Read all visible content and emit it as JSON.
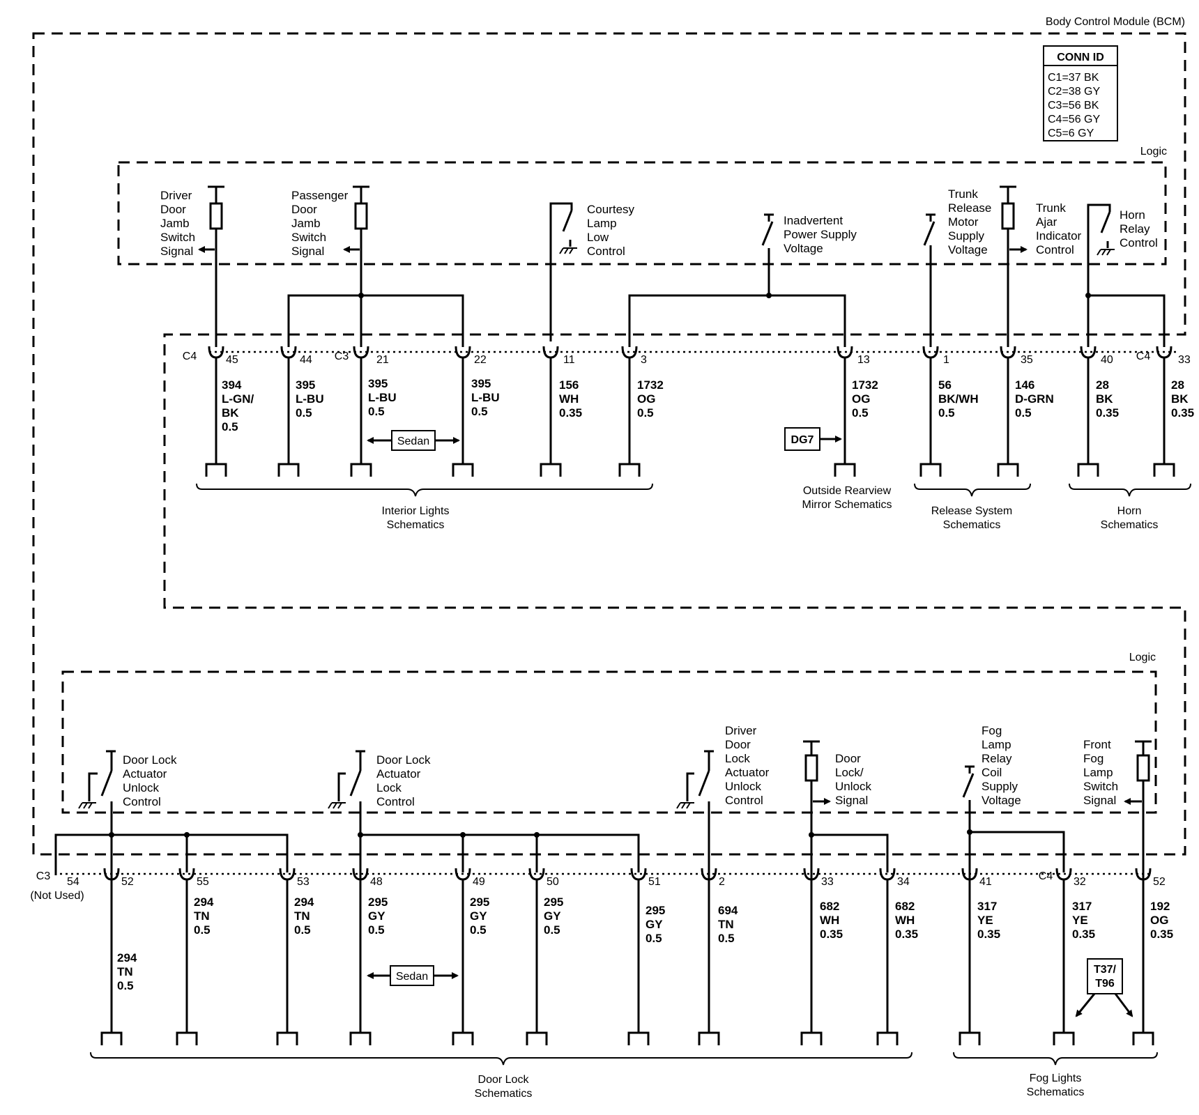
{
  "module": {
    "title": "Body Control Module (BCM)",
    "conn_id": {
      "header": "CONN ID",
      "lines": [
        "C1=37 BK",
        "C2=38 GY",
        "C3=56 BK",
        "C4=56 GY",
        "C5=6 GY"
      ]
    },
    "logic_label": "Logic"
  },
  "top": {
    "functions": [
      [
        "Driver",
        "Door",
        "Jamb",
        "Switch",
        "Signal"
      ],
      [
        "Passenger",
        "Door",
        "Jamb",
        "Switch",
        "Signal"
      ],
      [
        "Courtesy",
        "Lamp",
        "Low",
        "Control"
      ],
      [
        "Inadvertent",
        "Power Supply",
        "Voltage"
      ],
      [
        "Trunk",
        "Release",
        "Motor",
        "Supply",
        "Voltage"
      ],
      [
        "Trunk",
        "Ajar",
        "Indicator",
        "Control"
      ],
      [
        "Horn",
        "Relay",
        "Control"
      ]
    ],
    "connectors": {
      "c4": "C4",
      "c3": "C3",
      "c4b": "C4"
    },
    "pins": [
      "45",
      "44",
      "21",
      "22",
      "11",
      "3",
      "13",
      "1",
      "35",
      "40",
      "33"
    ],
    "wires": [
      [
        "394",
        "L-GN/",
        "BK",
        "0.5"
      ],
      [
        "395",
        "L-BU",
        "0.5"
      ],
      [
        "395",
        "L-BU",
        "0.5"
      ],
      [
        "395",
        "L-BU",
        "0.5"
      ],
      [
        "156",
        "WH",
        "0.35"
      ],
      [
        "1732",
        "OG",
        "0.5"
      ],
      [
        "1732",
        "OG",
        "0.5"
      ],
      [
        "56",
        "BK/WH",
        "0.5"
      ],
      [
        "146",
        "D-GRN",
        "0.5"
      ],
      [
        "28",
        "BK",
        "0.35"
      ],
      [
        "28",
        "BK",
        "0.35"
      ]
    ],
    "sedan": "Sedan",
    "dg7": "DG7",
    "groups": [
      [
        "Interior Lights",
        "Schematics"
      ],
      [
        "Outside Rearview",
        "Mirror Schematics"
      ],
      [
        "Release System",
        "Schematics"
      ],
      [
        "Horn",
        "Schematics"
      ]
    ]
  },
  "bottom": {
    "functions": [
      [
        "Door Lock",
        "Actuator",
        "Unlock",
        "Control"
      ],
      [
        "Door Lock",
        "Actuator",
        "Lock",
        "Control"
      ],
      [
        "Driver",
        "Door",
        "Lock",
        "Actuator",
        "Unlock",
        "Control"
      ],
      [
        "Door",
        "Lock/",
        "Unlock",
        "Signal"
      ],
      [
        "Fog",
        "Lamp",
        "Relay",
        "Coil",
        "Supply",
        "Voltage"
      ],
      [
        "Front",
        "Fog",
        "Lamp",
        "Switch",
        "Signal"
      ]
    ],
    "connectors": {
      "c3": "C3",
      "not_used": "(Not Used)",
      "c4": "C4"
    },
    "pins": [
      "54",
      "52",
      "55",
      "53",
      "48",
      "49",
      "50",
      "51",
      "2",
      "33",
      "34",
      "41",
      "32",
      "52"
    ],
    "wires": [
      [
        "294",
        "TN",
        "0.5"
      ],
      [
        "294",
        "TN",
        "0.5"
      ],
      [
        "294",
        "TN",
        "0.5"
      ],
      [
        "295",
        "GY",
        "0.5"
      ],
      [
        "295",
        "GY",
        "0.5"
      ],
      [
        "295",
        "GY",
        "0.5"
      ],
      [
        "295",
        "GY",
        "0.5"
      ],
      [
        "694",
        "TN",
        "0.5"
      ],
      [
        "682",
        "WH",
        "0.35"
      ],
      [
        "682",
        "WH",
        "0.35"
      ],
      [
        "317",
        "YE",
        "0.35"
      ],
      [
        "317",
        "YE",
        "0.35"
      ],
      [
        "192",
        "OG",
        "0.35"
      ]
    ],
    "sedan": "Sedan",
    "option": [
      "T37/",
      "T96"
    ],
    "groups": [
      [
        "Door Lock",
        "Schematics"
      ],
      [
        "Fog Lights",
        "Schematics"
      ]
    ]
  }
}
